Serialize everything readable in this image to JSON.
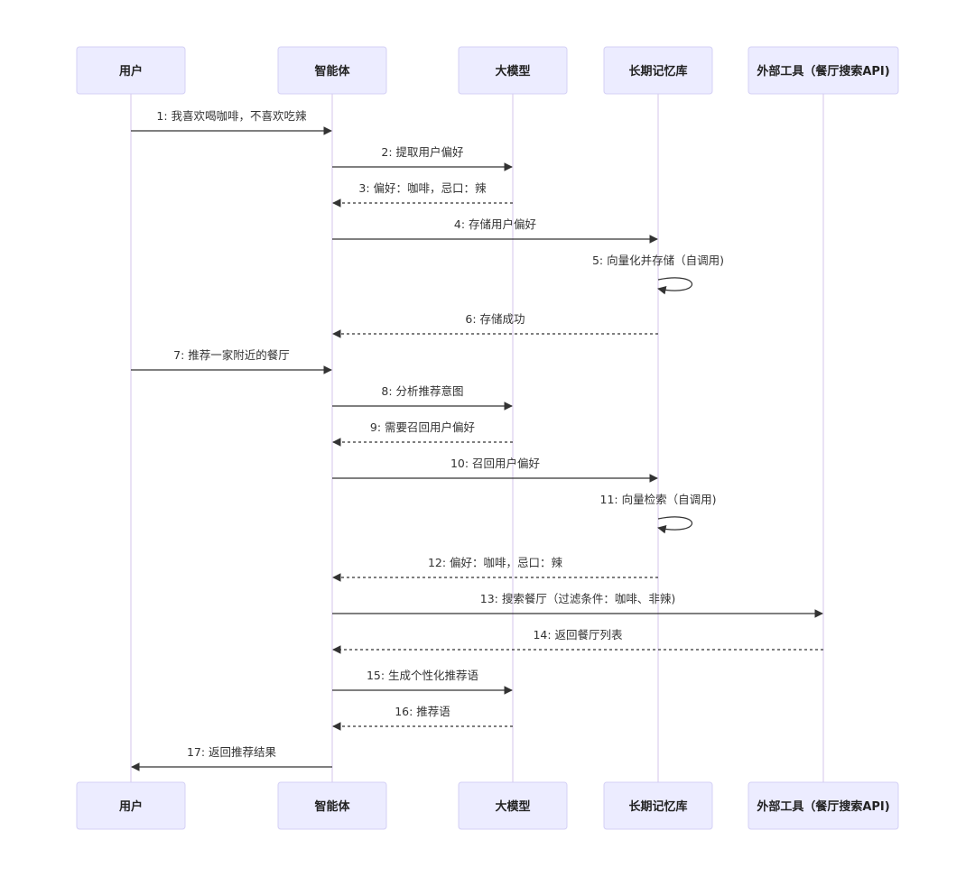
{
  "actors": [
    {
      "id": "user",
      "label": "用户"
    },
    {
      "id": "agent",
      "label": "智能体"
    },
    {
      "id": "llm",
      "label": "大模型"
    },
    {
      "id": "memory",
      "label": "长期记忆库"
    },
    {
      "id": "tool",
      "label": "外部工具（餐厅搜索API)"
    }
  ],
  "messages": [
    {
      "from": "user",
      "to": "agent",
      "label": "1: 我喜欢喝咖啡，不喜欢吃辣",
      "style": "solid"
    },
    {
      "from": "agent",
      "to": "llm",
      "label": "2: 提取用户偏好",
      "style": "solid"
    },
    {
      "from": "llm",
      "to": "agent",
      "label": "3: 偏好：咖啡，忌口：辣",
      "style": "dashed"
    },
    {
      "from": "agent",
      "to": "memory",
      "label": "4: 存储用户偏好",
      "style": "solid"
    },
    {
      "from": "memory",
      "to": "memory",
      "label": "5: 向量化并存储（自调用)",
      "style": "self"
    },
    {
      "from": "memory",
      "to": "agent",
      "label": "6: 存储成功",
      "style": "dashed"
    },
    {
      "from": "user",
      "to": "agent",
      "label": "7: 推荐一家附近的餐厅",
      "style": "solid"
    },
    {
      "from": "agent",
      "to": "llm",
      "label": "8: 分析推荐意图",
      "style": "solid"
    },
    {
      "from": "llm",
      "to": "agent",
      "label": "9: 需要召回用户偏好",
      "style": "dashed"
    },
    {
      "from": "agent",
      "to": "memory",
      "label": "10: 召回用户偏好",
      "style": "solid"
    },
    {
      "from": "memory",
      "to": "memory",
      "label": "11: 向量检索（自调用)",
      "style": "self"
    },
    {
      "from": "memory",
      "to": "agent",
      "label": "12: 偏好：咖啡，忌口：辣",
      "style": "dashed"
    },
    {
      "from": "agent",
      "to": "tool",
      "label": "13: 搜索餐厅（过滤条件：咖啡、非辣)",
      "style": "solid"
    },
    {
      "from": "tool",
      "to": "agent",
      "label": "14: 返回餐厅列表",
      "style": "dashed"
    },
    {
      "from": "agent",
      "to": "llm",
      "label": "15: 生成个性化推荐语",
      "style": "solid"
    },
    {
      "from": "llm",
      "to": "agent",
      "label": "16: 推荐语",
      "style": "dashed"
    },
    {
      "from": "agent",
      "to": "user",
      "label": "17: 返回推荐结果",
      "style": "solid"
    }
  ],
  "colors": {
    "actor_fill": "#ececff",
    "actor_stroke": "#d4d0f5",
    "lifeline": "#ddcfee",
    "line": "#333333"
  }
}
